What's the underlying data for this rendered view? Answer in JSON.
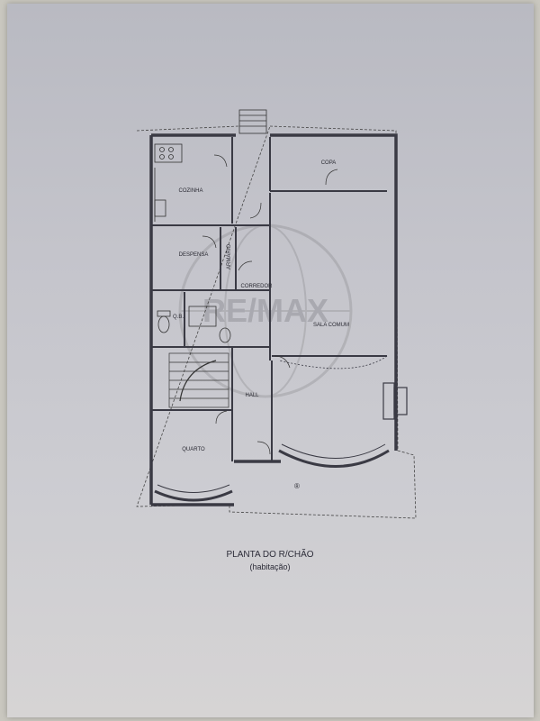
{
  "plan": {
    "title": "PLANTA DO R/CHÃO",
    "subtitle": "(habitação)",
    "watermark": "RE/MAX",
    "registered_mark": "®",
    "rooms": {
      "cozinha": "COZINHA",
      "copa": "COPA",
      "despensa": "DESPENSA",
      "armario": "ARMÁRIO",
      "corredor": "CORREDOR",
      "sala_comum": "SALA COMUM",
      "qb": "Q.B.",
      "hall": "HALL",
      "quarto": "QUARTO"
    }
  },
  "colors": {
    "paper": "#c4c4cb",
    "wall": "#3a3a44",
    "ink": "#2a2a33"
  }
}
